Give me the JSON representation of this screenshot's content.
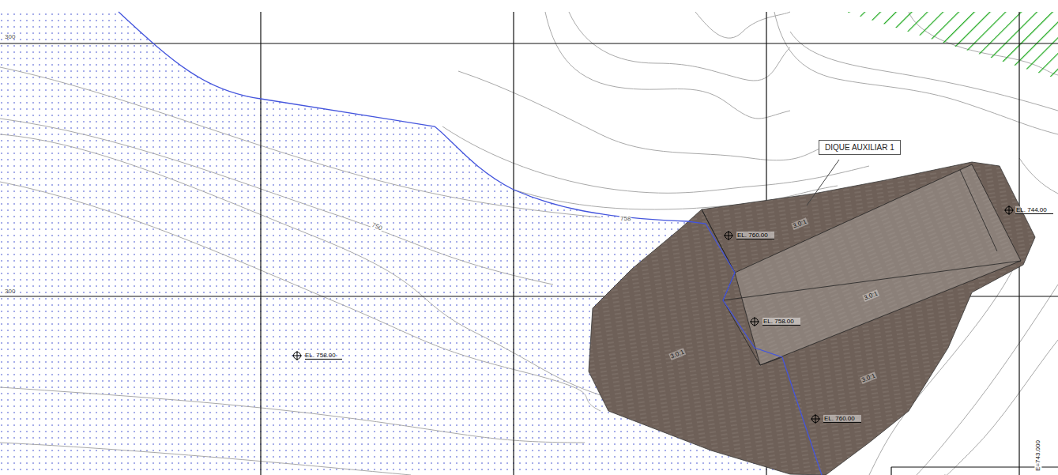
{
  "diagram": {
    "nodes": [
      {
        "text": [
          "DIQUE AUXILIAR 1"
        ]
      }
    ],
    "labels": [
      "300",
      "300",
      "758",
      "750",
      "EL. 758.00",
      "EL. 760.00",
      "EL. 758.00",
      "EL. 760.00",
      "EL. 744.00",
      "3.0:1",
      "3.0:1",
      "3.0:1",
      "3.0:1",
      "E=743.000"
    ]
  }
}
